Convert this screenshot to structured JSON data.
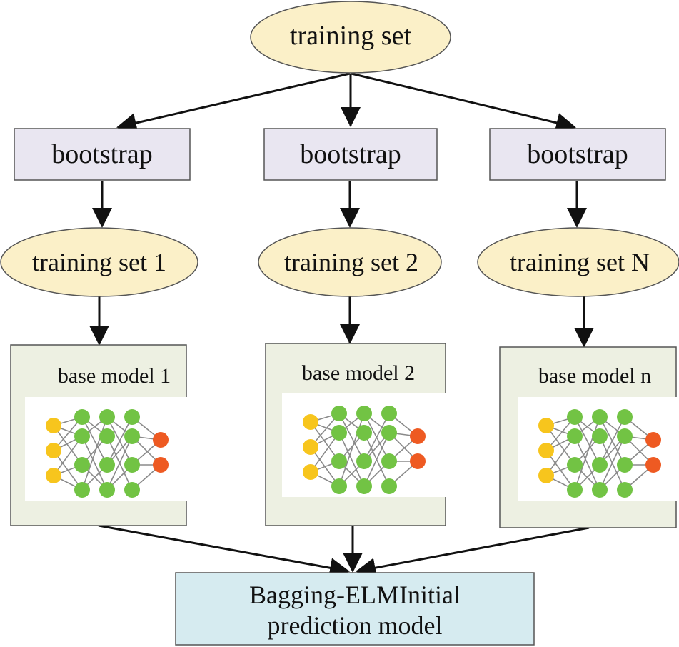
{
  "nodes": {
    "root": {
      "label": "training set"
    },
    "bootstrap": [
      "bootstrap",
      "bootstrap",
      "bootstrap"
    ],
    "subsets": [
      "training set 1",
      "training set 2",
      "training set N"
    ],
    "models": [
      "base model  1",
      "base model  2",
      "base model  n"
    ],
    "output": {
      "line1": "Bagging-ELMInitial",
      "line2": "prediction model"
    }
  },
  "colors": {
    "ellipse_fill": "#fbf0c8",
    "rect_fill": "#e9e6f1",
    "model_panel_fill": "#edf0e2",
    "output_fill": "#d6ebf0",
    "outline": "#555555",
    "neuron_input": "#f7c51d",
    "neuron_hidden": "#72c344",
    "neuron_output": "#ee5a22"
  }
}
